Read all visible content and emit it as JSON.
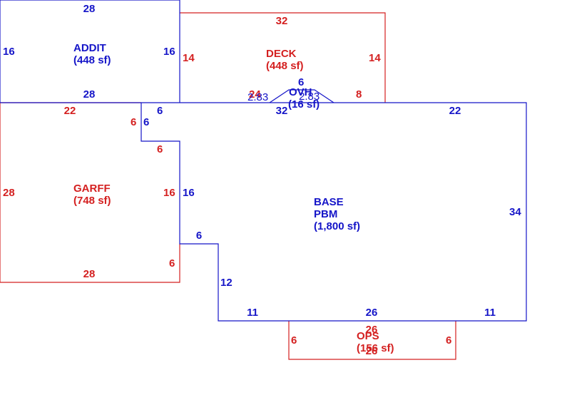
{
  "colors": {
    "blue": "#1515c8",
    "red": "#d42020"
  },
  "areas": {
    "addit": {
      "name": "ADDIT",
      "area": "(448 sf)",
      "dims": [
        "28",
        "16",
        "16",
        "28"
      ]
    },
    "deck": {
      "name": "DECK",
      "area": "(448 sf)",
      "dims": [
        "32",
        "14",
        "14",
        "24",
        "8"
      ]
    },
    "ovh": {
      "name": "OVH",
      "area": "(16 sf)",
      "dims": [
        "6",
        "2.83",
        "2.83",
        "32"
      ]
    },
    "garff": {
      "name": "GARFF",
      "area": "(748 sf)",
      "dims": [
        "22",
        "6",
        "6",
        "28",
        "16",
        "6",
        "28"
      ]
    },
    "base": {
      "name": "BASE",
      "sub": "PBM",
      "area": "(1,800 sf)",
      "dims": [
        "6",
        "6",
        "22",
        "16",
        "34",
        "6",
        "12",
        "11",
        "26",
        "11"
      ]
    },
    "ops": {
      "name": "OPS",
      "area": "(156 sf)",
      "dims": [
        "26",
        "6",
        "6",
        "26"
      ]
    }
  }
}
